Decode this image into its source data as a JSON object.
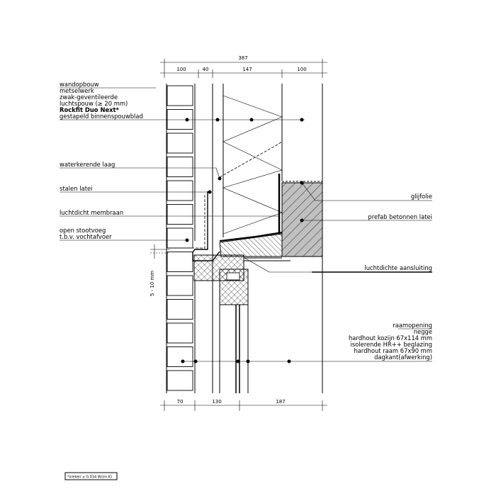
{
  "dimensions_top": {
    "total": "387",
    "segments": [
      "100",
      "40",
      "147",
      "100"
    ]
  },
  "dimensions_bottom": {
    "segments": [
      "70",
      "130",
      "187"
    ]
  },
  "dimension_side": "5 - 10 mm",
  "labels_left": {
    "wall_build_up": [
      "wandopbouw",
      "metselwerk",
      "zwak-geventileerde",
      "luchtspouw (≥ 20 mm)",
      "Rockfit Duo Next*",
      "gestapeld binnenspouwblad"
    ],
    "water_barrier": "waterkerende laag",
    "steel_lintel": "stalen latei",
    "airtight_membrane": "luchtdicht membraan",
    "open_joint": [
      "open stootvoeg",
      "t.b.v. vochtafvoer"
    ]
  },
  "labels_right": {
    "slip_foil": "glijfolie",
    "precast_lintel": "prefab betonnen latei",
    "airtight_connection": "luchtdichte aansluiting",
    "window_opening": [
      "raamopening",
      "negge",
      "hardhout kozijn 67x114 mm",
      "isolerende HR++ beglazing",
      "hardhout raam 67x90 mm",
      "dagkant(afwerking)"
    ]
  },
  "footnote": "*λreken ≥ 0,034 W/(m.K)",
  "colors": {
    "concrete": "#c0c0c0",
    "line": "#000000"
  }
}
